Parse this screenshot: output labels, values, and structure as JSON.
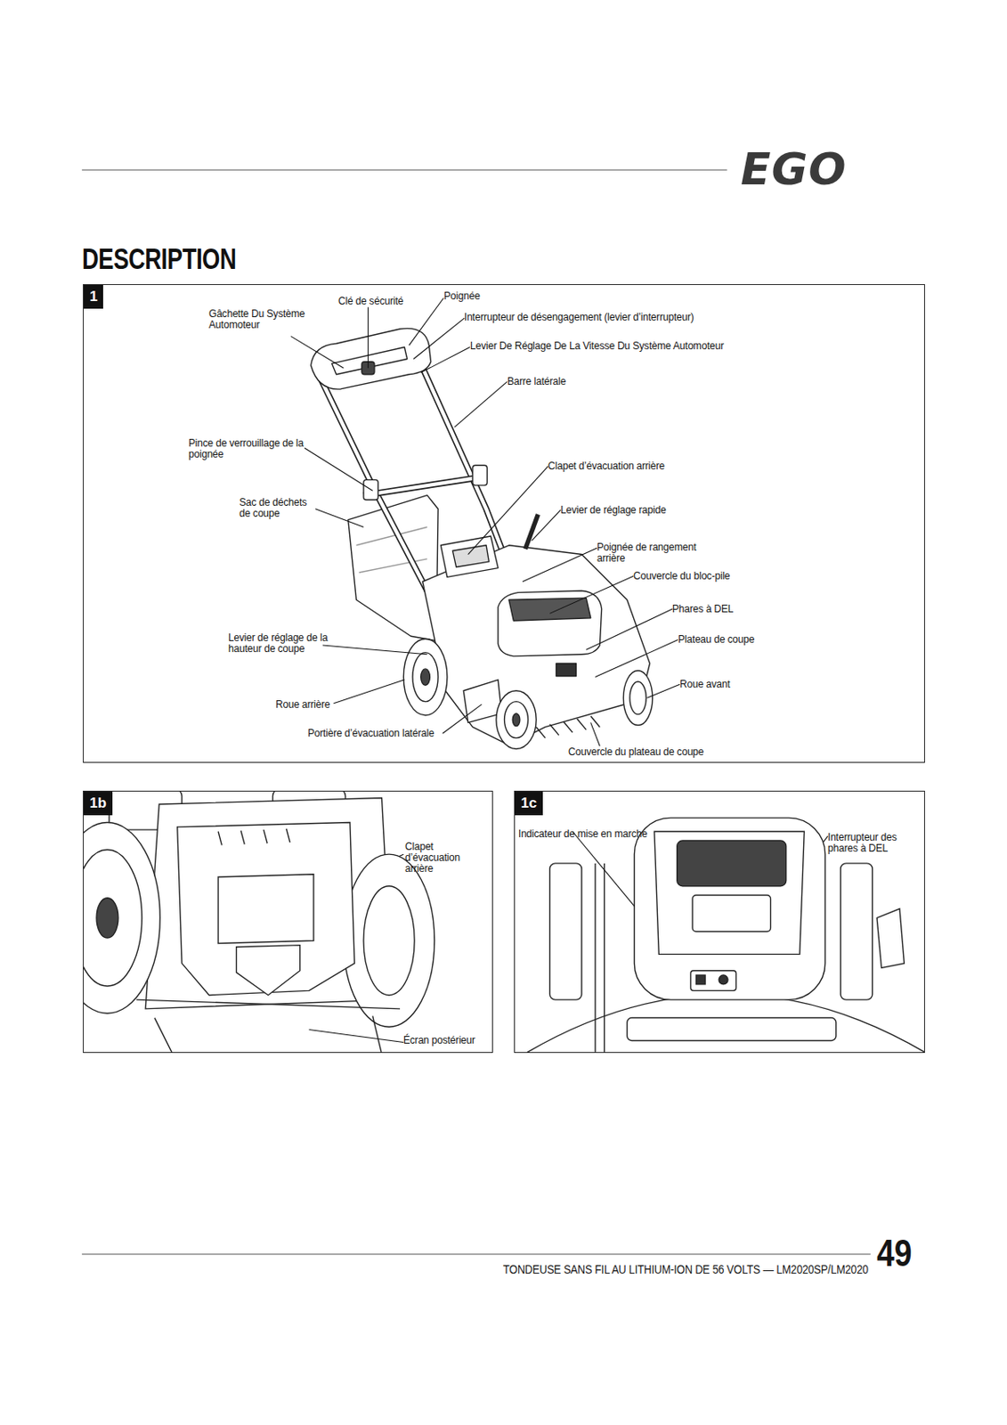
{
  "diagram": {
    "title": "DESCRIPTION",
    "nodes": [
      {
        "text": [
          "1"
        ]
      },
      {
        "text": [
          "1b"
        ]
      },
      {
        "text": [
          "1c"
        ]
      }
    ],
    "labels": [
      "EGO",
      "Gâchette Du Système Automoteur",
      "Clé de sécurité",
      "Poignée",
      "Interrupteur de désengagement (levier d’interrupteur)",
      "Levier De Réglage De La Vitesse Du Système Automoteur",
      "Barre latérale",
      "Pince de verrouillage de la poignée",
      "Clapet d’évacuation arrière",
      "Sac de déchets de coupe",
      "Levier de réglage rapide",
      "Poignée de rangement arrière",
      "Couvercle du bloc-pile",
      "Phares à DEL",
      "Levier de réglage de la hauteur de coupe",
      "Plateau de coupe",
      "Roue avant",
      "Roue arrière",
      "Portière d’évacuation latérale",
      "Couvercle du plateau de coupe",
      "Clapet d’évacuation arrière",
      "Écran postérieur",
      "Indicateur de mise en marche",
      "Interrupteur des phares à DEL",
      "TONDEUSE SANS FIL AU LITHIUM-ION DE 56 VOLTS — LM2020SP/LM2020",
      "49"
    ]
  }
}
